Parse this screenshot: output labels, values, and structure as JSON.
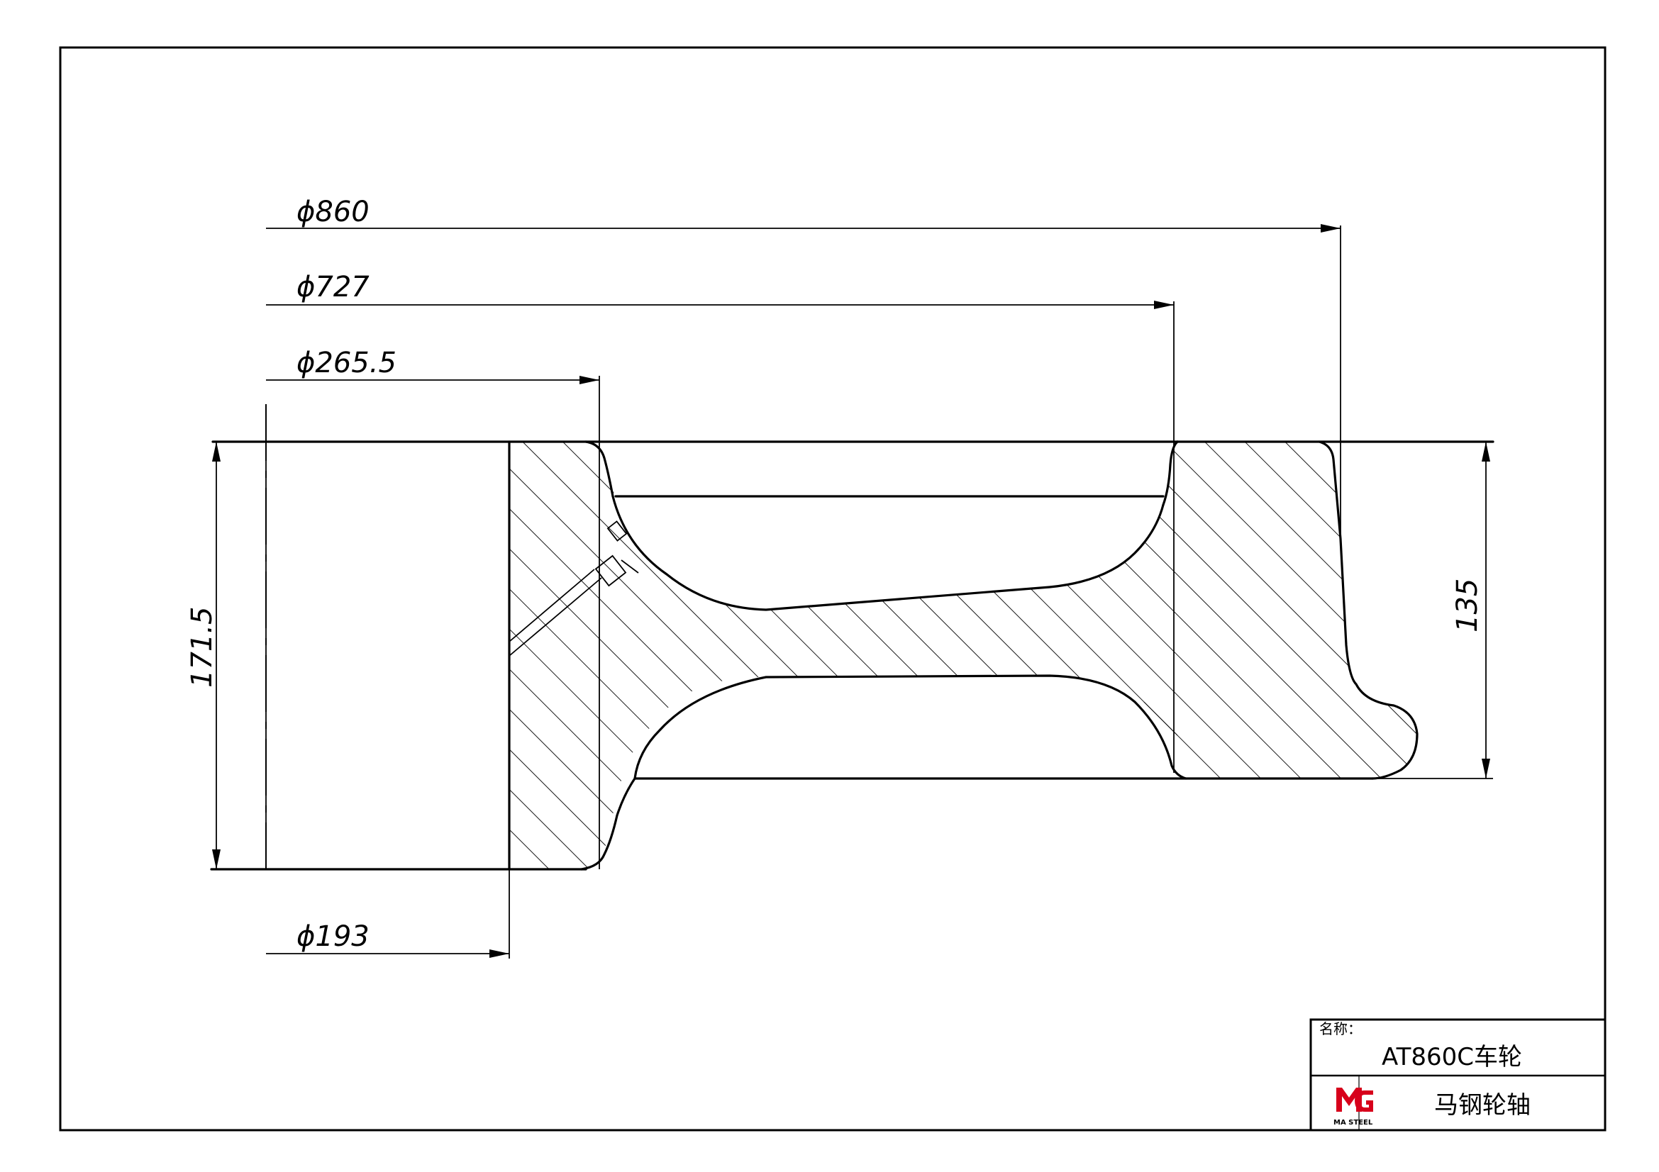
{
  "dimensions": {
    "d860": "ϕ860",
    "d727": "ϕ727",
    "d265": "ϕ265.5",
    "d193": "ϕ193",
    "h171": "171.5",
    "h135": "135"
  },
  "title_block": {
    "name_label": "名称：",
    "part_name": "AT860C车轮",
    "company_name": "马钢轮轴",
    "logo_caption": "MA STEEL",
    "logo_color": "#d7001b"
  }
}
